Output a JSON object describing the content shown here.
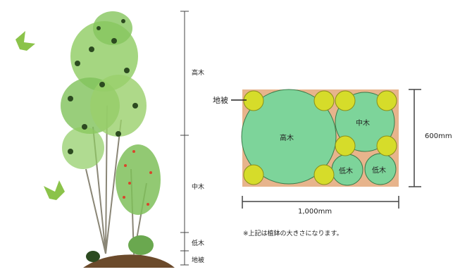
{
  "height_scale": {
    "tall": "高木",
    "medium": "中木",
    "low": "低木",
    "ground": "地被"
  },
  "plan": {
    "ground_callout": "地被",
    "tall": "高木",
    "medium": "中木",
    "low_left": "低木",
    "low_right": "低木",
    "width_label": "1,000mm",
    "height_label": "600mm",
    "note": "※上記は植鉢の大きさになります。"
  },
  "colors": {
    "bed": "#e7b48c",
    "canopy": "#7dd49a",
    "ground_cover": "#d6dc2a",
    "leaf_dark": "#2c4a20",
    "leaf_light": "#8fcc62",
    "bird": "#8bc34a"
  },
  "icons": [
    "bird-icon",
    "bird-icon"
  ]
}
